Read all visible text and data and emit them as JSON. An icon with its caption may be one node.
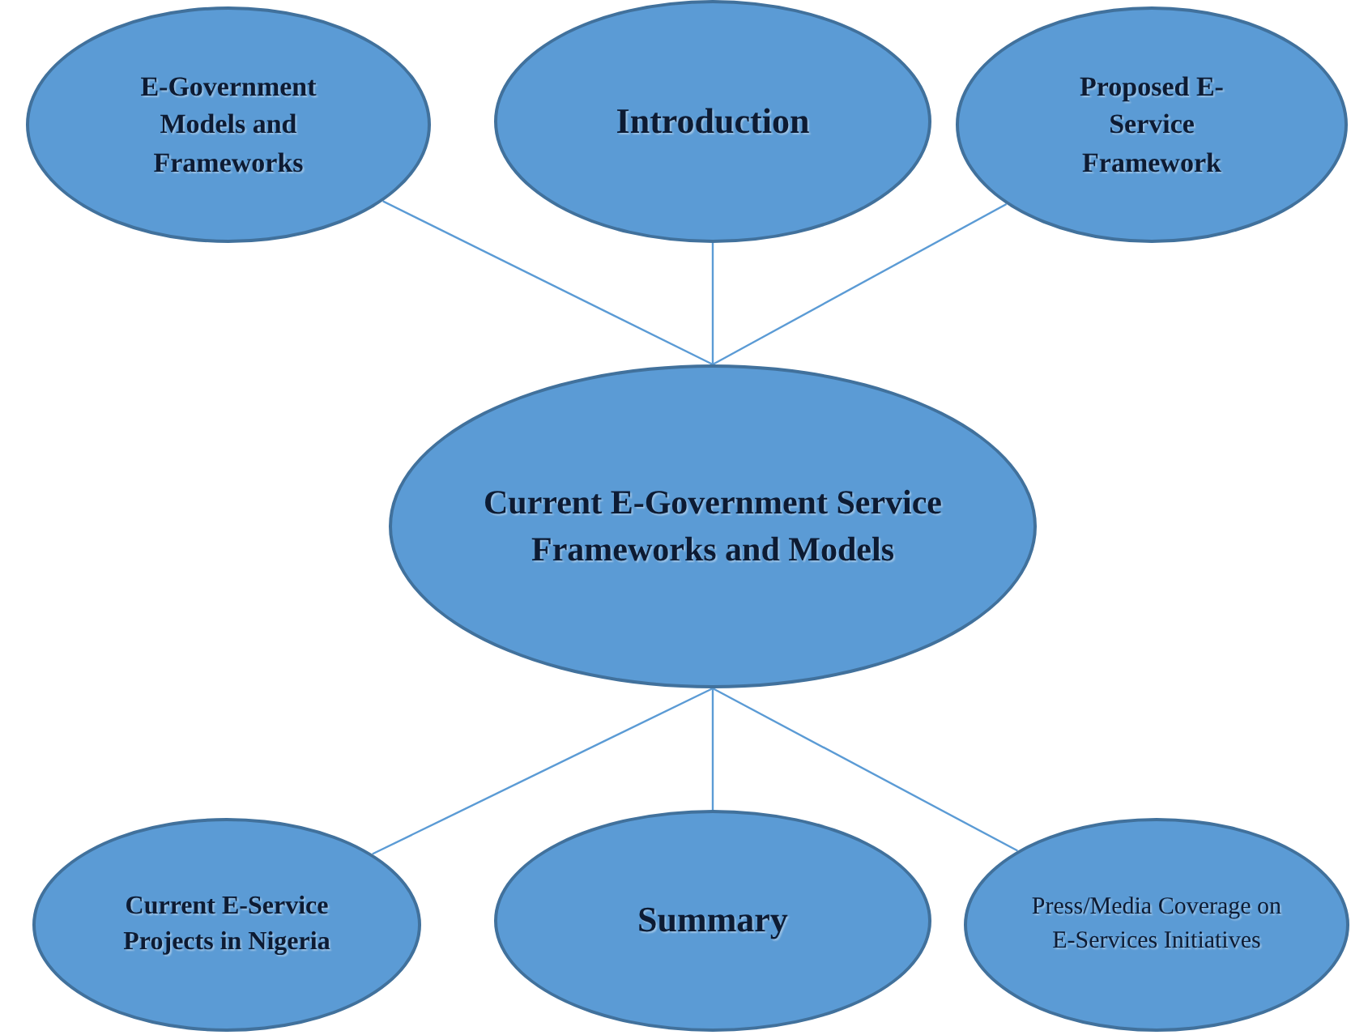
{
  "diagram": {
    "nodes": [
      {
        "text": [
          "E-Government Models and Frameworks"
        ]
      },
      {
        "text": [
          "Introduction"
        ]
      },
      {
        "text": [
          "Proposed E-Service Framework"
        ]
      },
      {
        "text": [
          "Current E-Government Service Frameworks and Models"
        ]
      },
      {
        "text": [
          "Current E-Service Projects in Nigeria"
        ]
      },
      {
        "text": [
          "Summary"
        ]
      },
      {
        "text": [
          "Press/Media Coverage on E-Services Initiatives"
        ]
      }
    ],
    "edges": [
      {
        "from": 3,
        "to": 0,
        "arrow": "none"
      },
      {
        "from": 3,
        "to": 1,
        "arrow": "none"
      },
      {
        "from": 3,
        "to": 2,
        "arrow": "none"
      },
      {
        "from": 3,
        "to": 4,
        "arrow": "none"
      },
      {
        "from": 3,
        "to": 5,
        "arrow": "none"
      },
      {
        "from": 3,
        "to": 6,
        "arrow": "none"
      }
    ]
  }
}
